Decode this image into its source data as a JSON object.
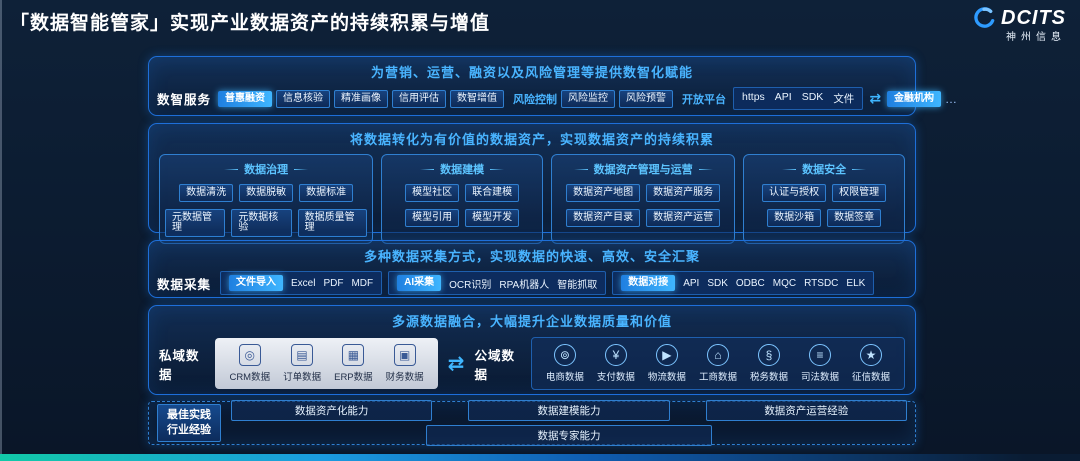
{
  "header": {
    "title": "「数据智能管家」实现产业数据资产的持续积累与增值",
    "logo_brand": "DCITS",
    "logo_name": "神州信息"
  },
  "colors": {
    "background": "#0C1B30",
    "accent": "#2E9BFF",
    "panel_border": "#1E6FD9",
    "header_text": "#49B4FF",
    "tag_gradient_start": "#1F7FE0",
    "tag_gradient_end": "#3FB6FF",
    "private_box": "#D9DEE8",
    "bottom_bar_teal": "#12C9A8"
  },
  "service_layer": {
    "header": "为营销、运营、融资以及风险管理等提供数智化赋能",
    "label": "数智服务",
    "finance_buttons": [
      {
        "label": "普惠融资",
        "highlight": true
      },
      {
        "label": "信息核验",
        "highlight": false
      },
      {
        "label": "精准画像",
        "highlight": false
      },
      {
        "label": "信用评估",
        "highlight": false
      },
      {
        "label": "数智增值",
        "highlight": false
      }
    ],
    "risk_label": "风险控制",
    "risk_buttons": [
      "风险监控",
      "风险预警"
    ],
    "platform_label": "开放平台",
    "platform_items": [
      "https",
      "API",
      "SDK",
      "文件"
    ],
    "arrow_glyph": "⇄",
    "platform_target": "金融机构",
    "platform_more": "…"
  },
  "asset_layer": {
    "header": "将数据转化为有价值的数据资产，实现数据资产的持续积累",
    "groups": [
      {
        "title": "数据治理",
        "rows": [
          [
            "数据清洗",
            "数据脱敏",
            "数据标准"
          ],
          [
            "元数据管理",
            "元数据核验",
            "数据质量管理"
          ]
        ]
      },
      {
        "title": "数据建模",
        "rows": [
          [
            "模型社区",
            "联合建模"
          ],
          [
            "模型引用",
            "模型开发"
          ]
        ]
      },
      {
        "title": "数据资产管理与运营",
        "rows": [
          [
            "数据资产地图",
            "数据资产服务"
          ],
          [
            "数据资产目录",
            "数据资产运营"
          ]
        ]
      },
      {
        "title": "数据安全",
        "rows": [
          [
            "认证与授权",
            "权限管理"
          ],
          [
            "数据沙箱",
            "数据签章"
          ]
        ]
      }
    ]
  },
  "collection_layer": {
    "header": "多种数据采集方式，实现数据的快速、高效、安全汇聚",
    "label": "数据采集",
    "groups": [
      {
        "tag": "文件导入",
        "items": [
          "Excel",
          "PDF",
          "MDF"
        ]
      },
      {
        "tag": "AI采集",
        "items": [
          "OCR识别",
          "RPA机器人",
          "智能抓取"
        ]
      },
      {
        "tag": "数据对接",
        "items": [
          "API",
          "SDK",
          "ODBC",
          "MQC",
          "RTSDC",
          "ELK"
        ]
      }
    ]
  },
  "fusion_layer": {
    "header": "多源数据融合，大幅提升企业数据质量和价值",
    "private_label": "私域数据",
    "private_items": [
      {
        "icon": "crm-icon",
        "glyph": "◎",
        "label": "CRM数据"
      },
      {
        "icon": "order-icon",
        "glyph": "▤",
        "label": "订单数据"
      },
      {
        "icon": "erp-icon",
        "glyph": "▦",
        "label": "ERP数据"
      },
      {
        "icon": "finance-icon",
        "glyph": "▣",
        "label": "财务数据"
      }
    ],
    "arrow_glyph": "⇄",
    "public_label": "公域数据",
    "public_items": [
      {
        "icon": "ecommerce-icon",
        "glyph": "⊚",
        "label": "电商数据"
      },
      {
        "icon": "payment-icon",
        "glyph": "¥",
        "label": "支付数据"
      },
      {
        "icon": "logistics-icon",
        "glyph": "▶",
        "label": "物流数据"
      },
      {
        "icon": "business-icon",
        "glyph": "⌂",
        "label": "工商数据"
      },
      {
        "icon": "tax-icon",
        "glyph": "§",
        "label": "税务数据"
      },
      {
        "icon": "judicial-icon",
        "glyph": "≡",
        "label": "司法数据"
      },
      {
        "icon": "credit-icon",
        "glyph": "★",
        "label": "征信数据"
      }
    ]
  },
  "practice_layer": {
    "label_line1": "最佳实践",
    "label_line2": "行业经验",
    "top_items": [
      "数据资产化能力",
      "数据建模能力",
      "数据资产运营经验"
    ],
    "bottom_item": "数据专家能力"
  }
}
